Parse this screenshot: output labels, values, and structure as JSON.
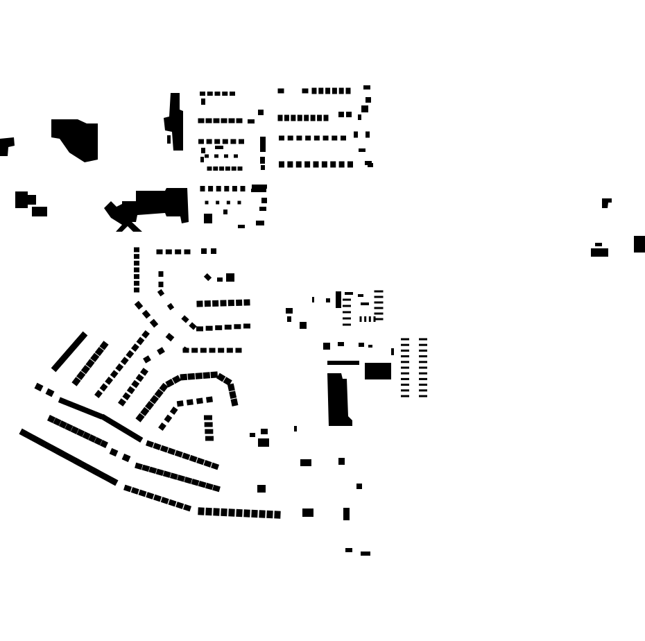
{
  "map": {
    "style": "figure-ground building footprints",
    "background_color": "#ffffff",
    "building_color": "#000000",
    "legend": "none",
    "labels": "none"
  }
}
